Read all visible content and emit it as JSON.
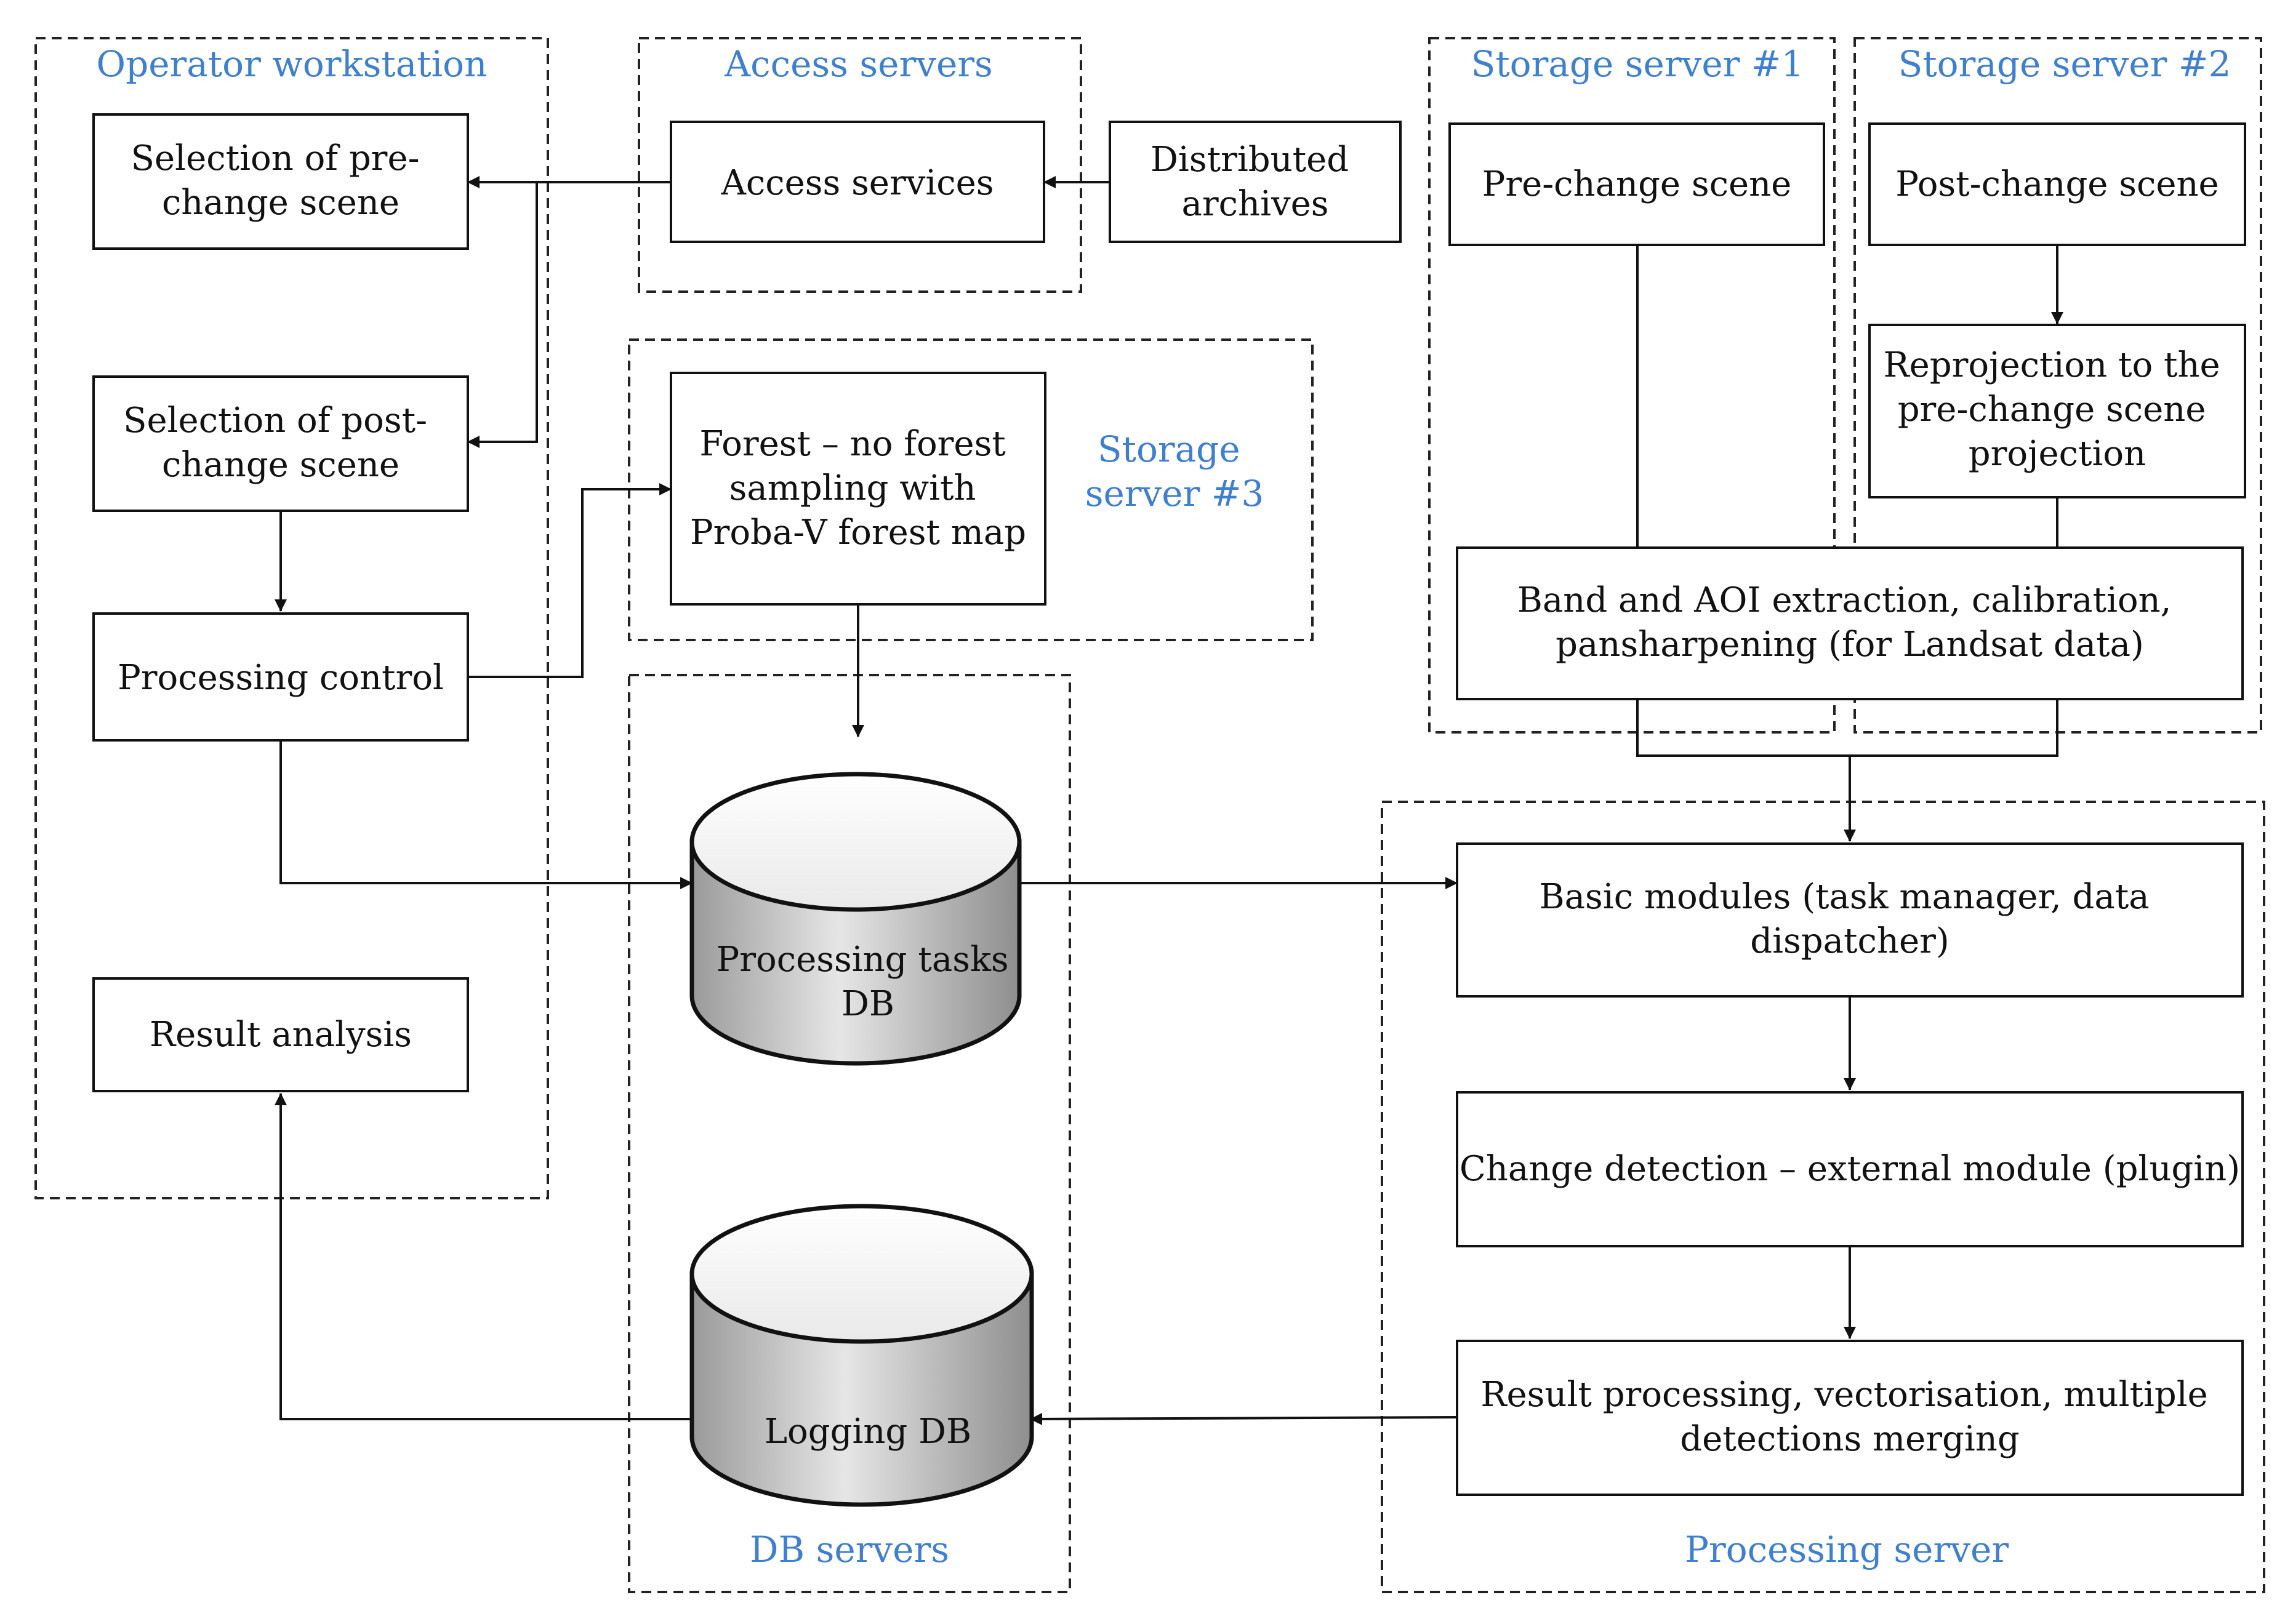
{
  "groups": {
    "operator_workstation": "Operator workstation",
    "access_servers": "Access servers",
    "storage_server_1": "Storage server #1",
    "storage_server_2": "Storage server #2",
    "storage_server_3": [
      "Storage",
      "server #3"
    ],
    "db_servers": "DB servers",
    "processing_server": "Processing server"
  },
  "boxes": {
    "selection_pre": [
      "Selection of pre-",
      "change scene"
    ],
    "selection_post": [
      "Selection of post-",
      "change scene"
    ],
    "processing_control": [
      "Processing control"
    ],
    "result_analysis": [
      "Result analysis"
    ],
    "access_services": [
      "Access services"
    ],
    "distributed_archives": [
      "Distributed",
      "archives"
    ],
    "forest_sampling": [
      "Forest – no forest",
      "sampling with",
      "Proba-V forest map"
    ],
    "pre_change_scene": [
      "Pre-change scene"
    ],
    "post_change_scene": [
      "Post-change scene"
    ],
    "reprojection": [
      "Reprojection to the",
      "pre-change scene",
      "projection"
    ],
    "band_extraction": [
      "Band and AOI extraction, calibration,",
      "pansharpening (for Landsat data)"
    ],
    "basic_modules": [
      "Basic modules (task manager, data",
      "dispatcher)"
    ],
    "change_detection": [
      "Change detection – external module (plugin)"
    ],
    "result_processing": [
      "Result processing, vectorisation, multiple",
      "detections merging"
    ]
  },
  "databases": {
    "processing_tasks_db": [
      "Processing tasks",
      "DB"
    ],
    "logging_db": [
      "Logging DB"
    ]
  }
}
